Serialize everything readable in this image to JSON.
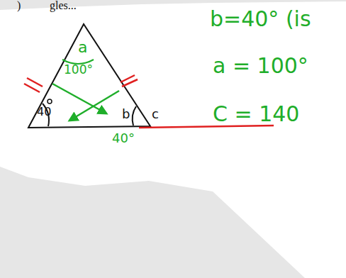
{
  "diagram": {
    "labels": [
      "gles...",
      ")",
      "a",
      "100°",
      "40",
      "b",
      "40°",
      "c",
      "b=40° (is",
      "a = 100°",
      "C = 140"
    ]
  }
}
